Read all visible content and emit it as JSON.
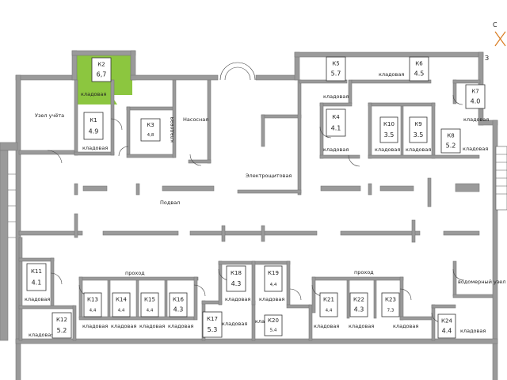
{
  "colors": {
    "highlight": "#8cc63f",
    "wall": "#9a9a9a",
    "background": "#ffffff"
  },
  "compass": {
    "north": "С",
    "west": "З"
  },
  "rooms": {
    "uzel": "Узел учёта",
    "nasosnaya": "Насосная",
    "elektro": "Электрощитовая",
    "podval": "Подвал",
    "prohod_left": "проход",
    "prohod_right": "проход",
    "vodomer": "водомерный узел",
    "kladovaya": "кладовая"
  },
  "storages": [
    {
      "code": "К2",
      "area": "6,7"
    },
    {
      "code": "К1",
      "area": "4.9"
    },
    {
      "code": "К3",
      "area": "4,8"
    },
    {
      "code": "К5",
      "area": "5.7"
    },
    {
      "code": "К6",
      "area": "4.5"
    },
    {
      "code": "К4",
      "area": "4.1"
    },
    {
      "code": "К7",
      "area": "4.0"
    },
    {
      "code": "К10",
      "area": "3.5"
    },
    {
      "code": "К9",
      "area": "3.5"
    },
    {
      "code": "К8",
      "area": "5.2"
    },
    {
      "code": "К11",
      "area": "4.1"
    },
    {
      "code": "К12",
      "area": "5.2"
    },
    {
      "code": "К13",
      "area": "4,4"
    },
    {
      "code": "К14",
      "area": "4,4"
    },
    {
      "code": "К15",
      "area": "4,4"
    },
    {
      "code": "К16",
      "area": "4.3"
    },
    {
      "code": "К17",
      "area": "5.3"
    },
    {
      "code": "К18",
      "area": "4.3"
    },
    {
      "code": "К19",
      "area": "4,4"
    },
    {
      "code": "К20",
      "area": "5,4"
    },
    {
      "code": "К21",
      "area": "4,4"
    },
    {
      "code": "К22",
      "area": "4.3"
    },
    {
      "code": "К23",
      "area": "7,3"
    },
    {
      "code": "К24",
      "area": "4.4"
    }
  ]
}
